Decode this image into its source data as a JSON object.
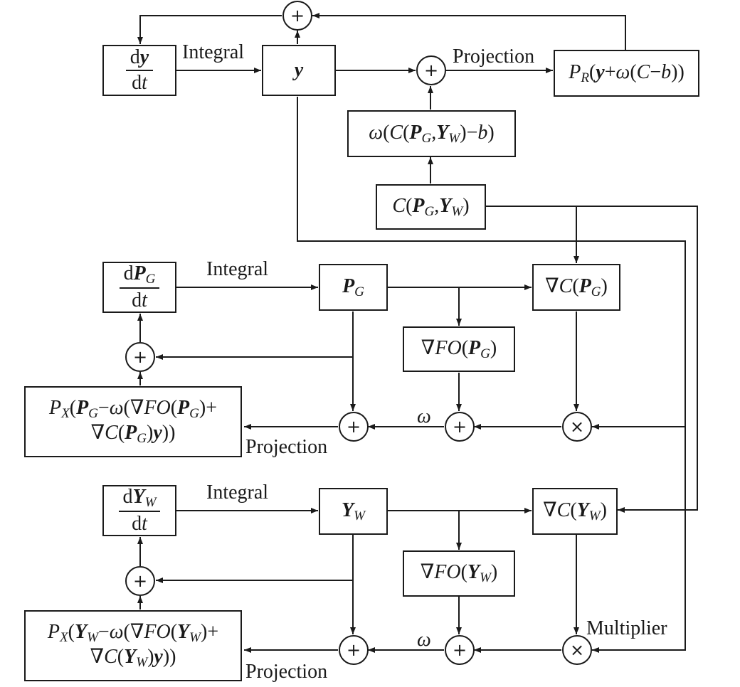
{
  "top_loop": {
    "dy_dt": {
      "num": "dy",
      "den": "dt"
    },
    "integral_label": "Integral",
    "y_label": "y",
    "projection_label": "Projection",
    "projection_box": "P_R(y+ω(C−b))",
    "omega_box": "ω(C(P_G,Y_W)−b)",
    "constraint_box": "C(P_G,Y_W)",
    "sum_symbol": "+"
  },
  "pg_loop": {
    "dpg_dt": {
      "num": "dP_G",
      "den": "dt"
    },
    "integral_label": "Integral",
    "pg_label": "P_G",
    "grad_c_box": "∇C(P_G)",
    "grad_fo_box": "∇FO(P_G)",
    "projection_box": "P_X(P_G−ω(∇FO(P_G)+ ∇C(P_G)y))",
    "omega_label": "ω",
    "projection_label": "Projection",
    "sum_symbol": "+",
    "mult_symbol": "×"
  },
  "yw_loop": {
    "dyw_dt": {
      "num": "dY_W",
      "den": "dt"
    },
    "integral_label": "Integral",
    "yw_label": "Y_W",
    "grad_c_box": "∇C(Y_W)",
    "grad_fo_box": "∇FO(Y_W)",
    "projection_box": "P_X(Y_W−ω(∇FO(Y_W)+ ∇C(Y_W)y))",
    "omega_label": "ω",
    "multiplier_label": "Multiplier",
    "projection_label": "Projection",
    "sum_symbol": "+",
    "mult_symbol": "×"
  }
}
